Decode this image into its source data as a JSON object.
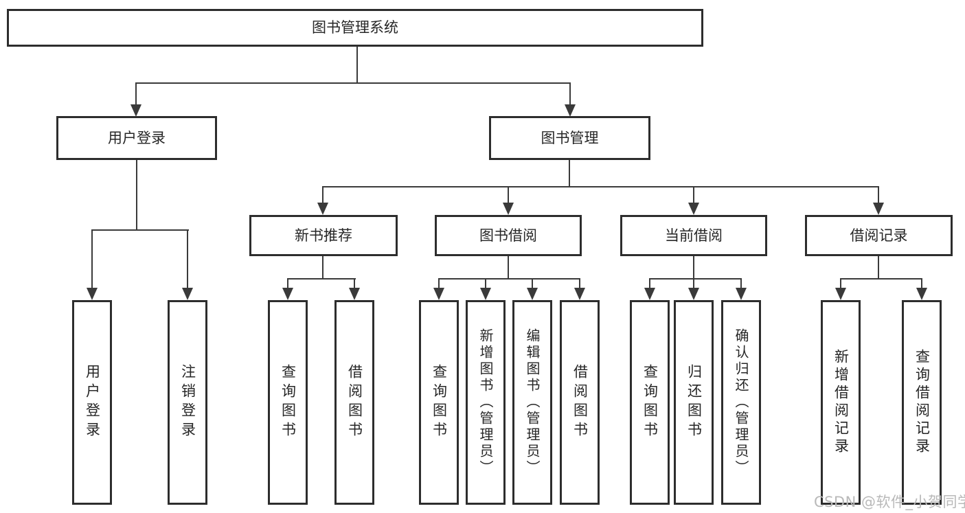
{
  "diagram": {
    "root": {
      "label": "图书管理系统"
    },
    "level2": [
      {
        "label": "用户登录"
      },
      {
        "label": "图书管理"
      }
    ],
    "level3": [
      {
        "label": "新书推荐"
      },
      {
        "label": "图书借阅"
      },
      {
        "label": "当前借阅"
      },
      {
        "label": "借阅记录"
      }
    ],
    "leaves": {
      "user_login": [
        {
          "label": "用户登录"
        },
        {
          "label": "注销登录"
        }
      ],
      "new_book_recommend": [
        {
          "label": "查询图书"
        },
        {
          "label": "借阅图书"
        }
      ],
      "book_borrow": [
        {
          "label": "查询图书"
        },
        {
          "label": "新增图书（管理员）"
        },
        {
          "label": "编辑图书（管理员）"
        },
        {
          "label": "借阅图书"
        }
      ],
      "current_borrow": [
        {
          "label": "查询图书"
        },
        {
          "label": "归还图书"
        },
        {
          "label": "确认归还（管理员）"
        }
      ],
      "borrow_records": [
        {
          "label": "新增借阅记录"
        },
        {
          "label": "查询借阅记录"
        }
      ]
    }
  },
  "watermark": {
    "text": "CSDN @软件_小贺同学"
  },
  "colors": {
    "background": "#ffffff",
    "box_border": "#2d2d2d",
    "connector_line": "#3a3a3a",
    "text": "#262626",
    "watermark": "#b9b9b9"
  }
}
